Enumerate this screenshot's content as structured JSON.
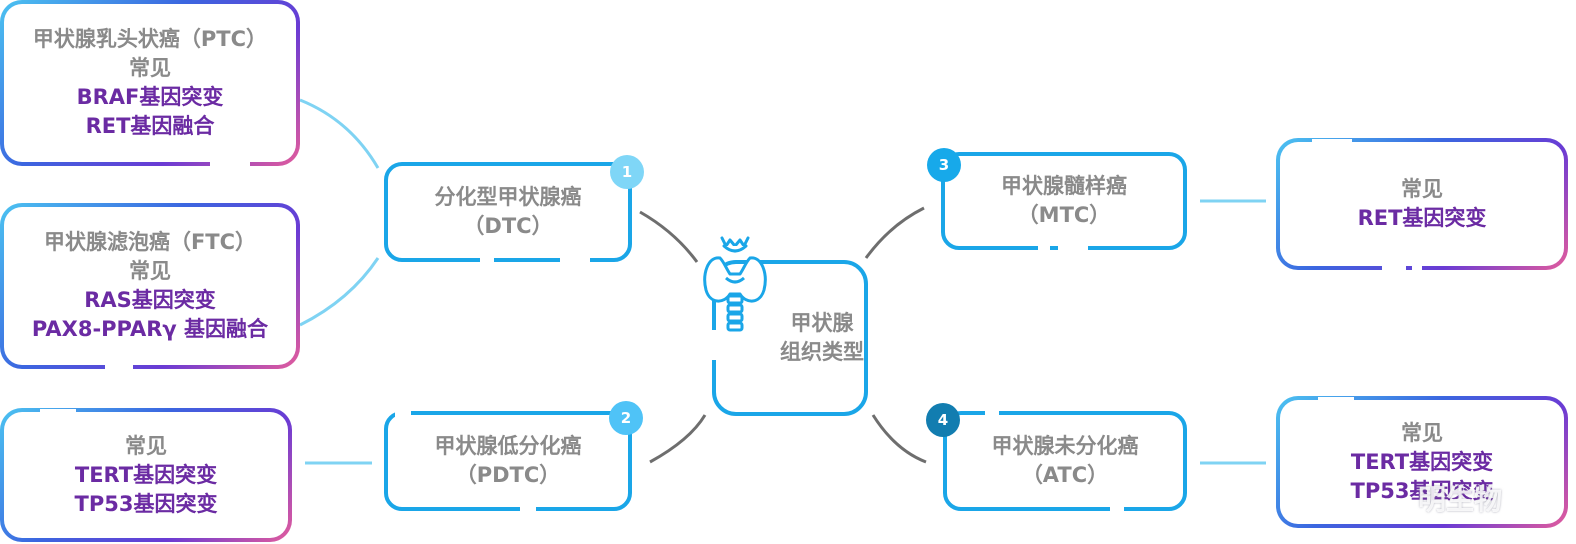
{
  "center": {
    "line1": "甲状腺",
    "line2": "组织类型",
    "icon": "thyroid-icon"
  },
  "types": [
    {
      "number": "1",
      "name": "分化型甲状腺癌",
      "abbr": "（DTC）",
      "badge_color": "#7fd6f7"
    },
    {
      "number": "2",
      "name": "甲状腺低分化癌",
      "abbr": "（PDTC）",
      "badge_color": "#4fc3f7"
    },
    {
      "number": "3",
      "name": "甲状腺髓样癌",
      "abbr": "（MTC）",
      "badge_color": "#17a9ea"
    },
    {
      "number": "4",
      "name": "甲状腺未分化癌",
      "abbr": "（ATC）",
      "badge_color": "#127db0"
    }
  ],
  "details": {
    "ptc": {
      "title": "甲状腺乳头状癌（PTC）",
      "common": "常见",
      "items": [
        "BRAF基因突变",
        "RET基因融合"
      ]
    },
    "ftc": {
      "title": "甲状腺滤泡癌（FTC）",
      "common": "常见",
      "items": [
        "RAS基因突变",
        "PAX8-PPARγ 基因融合"
      ]
    },
    "pdtc": {
      "common": "常见",
      "items": [
        "TERT基因突变",
        "TP53基因突变"
      ]
    },
    "mtc": {
      "common": "常见",
      "items": [
        "RET基因突变"
      ]
    },
    "atc": {
      "common": "常见",
      "items": [
        "TERT基因突变",
        "TP53基因突变"
      ]
    }
  },
  "watermark": "明生物",
  "colors": {
    "box_blue": "#1aa6e8",
    "text_gray": "#8a8a8a",
    "text_purple": "#6b2ba3",
    "connector_gray": "#6e6e6e",
    "connector_blue": "#7fd3f3"
  }
}
